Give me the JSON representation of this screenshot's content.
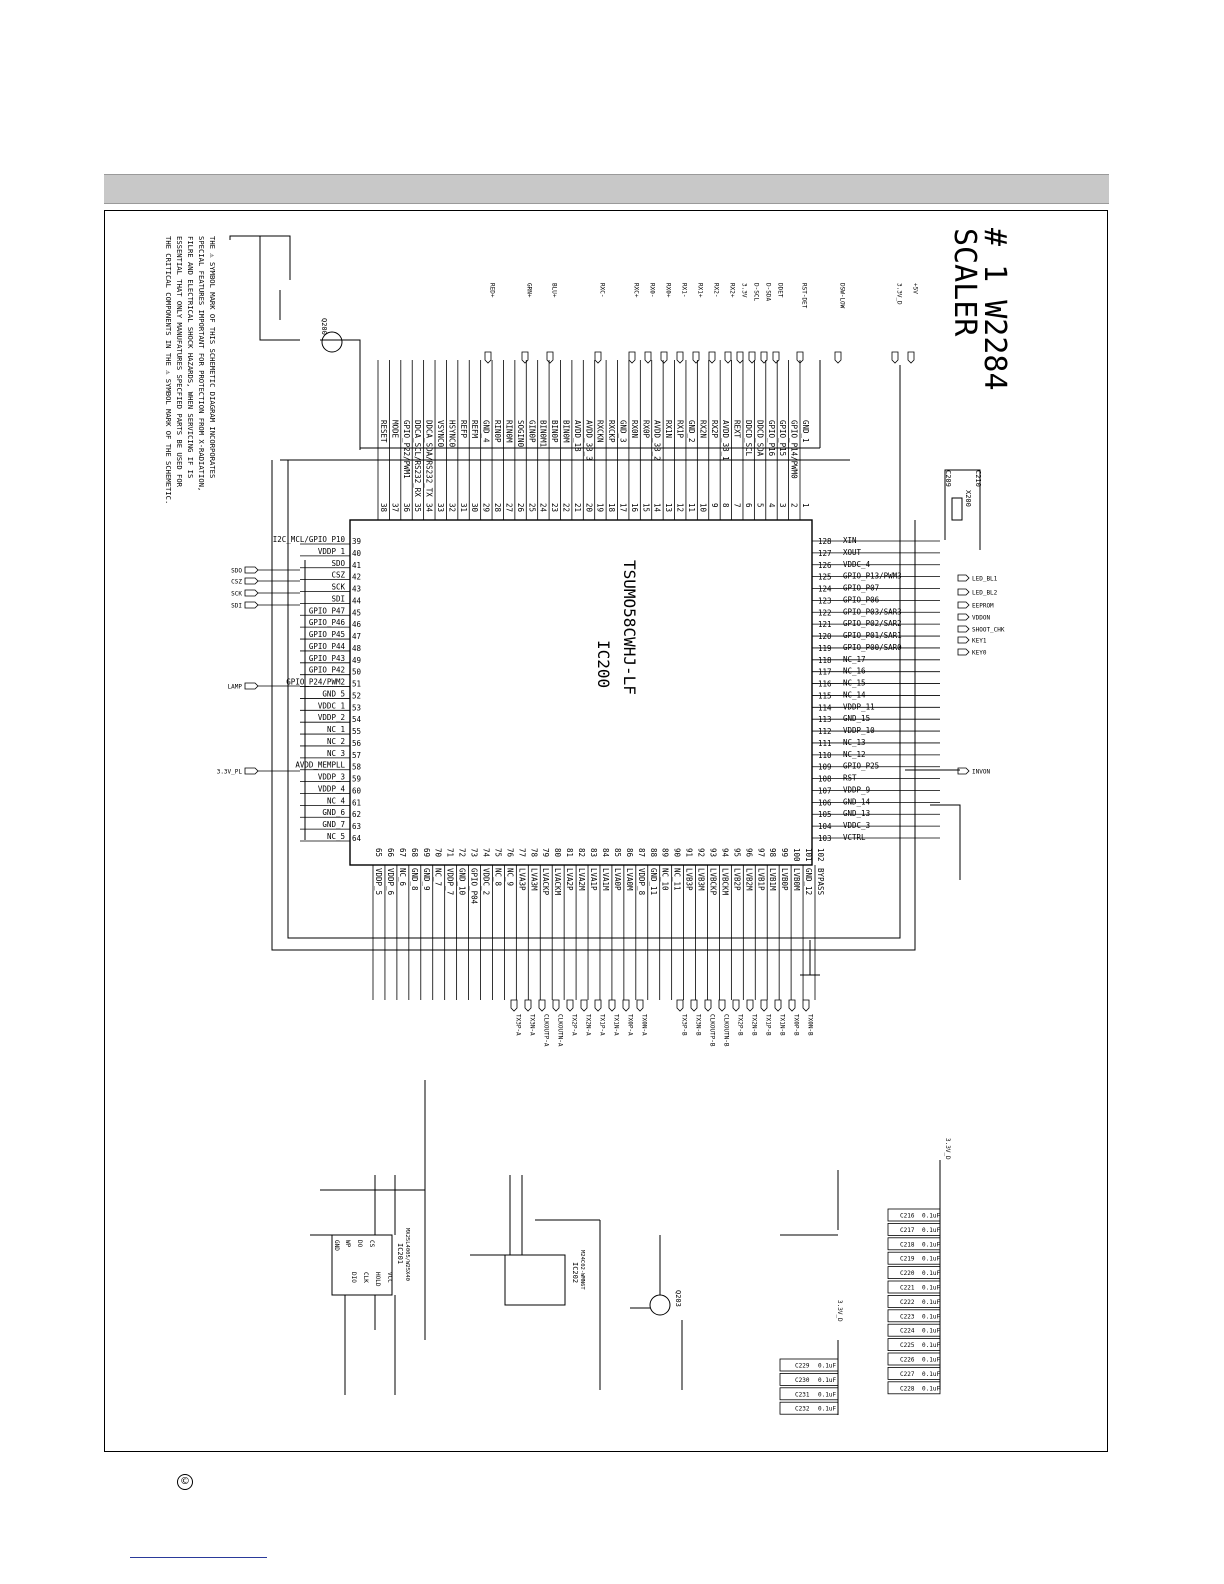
{
  "page": {
    "copyright_symbol": "©"
  },
  "title": {
    "line1": "# 1 W2284",
    "line2": "SCALER"
  },
  "ic_main": {
    "ref": "IC200",
    "part": "TSUMO58CWHJ-LF",
    "pins_top": [
      {
        "num": "1",
        "name": "GND_1"
      },
      {
        "num": "2",
        "name": "GPIO_P14/PWM0"
      },
      {
        "num": "3",
        "name": "GPIO_P15"
      },
      {
        "num": "4",
        "name": "GPIO_P16"
      },
      {
        "num": "5",
        "name": "DDCD_SDA"
      },
      {
        "num": "6",
        "name": "DDCD_SCL"
      },
      {
        "num": "7",
        "name": "REXT"
      },
      {
        "num": "8",
        "name": "AVDD_33_1"
      },
      {
        "num": "9",
        "name": "RX2P"
      },
      {
        "num": "10",
        "name": "RX2N"
      },
      {
        "num": "11",
        "name": "GND_2"
      },
      {
        "num": "12",
        "name": "RX1P"
      },
      {
        "num": "13",
        "name": "RX1N"
      },
      {
        "num": "14",
        "name": "AVDD_33_2"
      },
      {
        "num": "15",
        "name": "RX0P"
      },
      {
        "num": "16",
        "name": "RX0N"
      },
      {
        "num": "17",
        "name": "GND_3"
      },
      {
        "num": "18",
        "name": "RXCKP"
      },
      {
        "num": "19",
        "name": "RXCKN"
      },
      {
        "num": "20",
        "name": "AVDD_33_3"
      },
      {
        "num": "21",
        "name": "AVDD_18"
      },
      {
        "num": "22",
        "name": "BIN0M"
      },
      {
        "num": "23",
        "name": "BIN0P"
      },
      {
        "num": "24",
        "name": "BIN0M1"
      },
      {
        "num": "25",
        "name": "GIN0P"
      },
      {
        "num": "26",
        "name": "SOGIN0"
      },
      {
        "num": "27",
        "name": "RIN0M"
      },
      {
        "num": "28",
        "name": "RIN0P"
      },
      {
        "num": "29",
        "name": "GND_4"
      },
      {
        "num": "30",
        "name": "REFM"
      },
      {
        "num": "31",
        "name": "REFP"
      },
      {
        "num": "32",
        "name": "HSYNC0"
      },
      {
        "num": "33",
        "name": "VSYNC0"
      },
      {
        "num": "34",
        "name": "DDCA_SDA/RS232_TX"
      },
      {
        "num": "35",
        "name": "DDCA_SCL/RS232_RX"
      },
      {
        "num": "36",
        "name": "GPIO_P22/PWM1"
      },
      {
        "num": "37",
        "name": "MODE"
      },
      {
        "num": "38",
        "name": "RESET"
      }
    ],
    "pins_left": [
      {
        "num": "39",
        "name": "I2C_MCL/GPIO_P10"
      },
      {
        "num": "40",
        "name": "VDDP_1"
      },
      {
        "num": "41",
        "name": "SDO"
      },
      {
        "num": "42",
        "name": "CSZ"
      },
      {
        "num": "43",
        "name": "SCK"
      },
      {
        "num": "44",
        "name": "SDI"
      },
      {
        "num": "45",
        "name": "GPIO_P47"
      },
      {
        "num": "46",
        "name": "GPIO_P46"
      },
      {
        "num": "47",
        "name": "GPIO_P45"
      },
      {
        "num": "48",
        "name": "GPIO_P44"
      },
      {
        "num": "49",
        "name": "GPIO_P43"
      },
      {
        "num": "50",
        "name": "GPIO_P42"
      },
      {
        "num": "51",
        "name": "GPIO_P24/PWM2"
      },
      {
        "num": "52",
        "name": "GND_5"
      },
      {
        "num": "53",
        "name": "VDDC_1"
      },
      {
        "num": "54",
        "name": "VDDP_2"
      },
      {
        "num": "55",
        "name": "NC_1"
      },
      {
        "num": "56",
        "name": "NC_2"
      },
      {
        "num": "57",
        "name": "NC_3"
      },
      {
        "num": "58",
        "name": "AVDD_MEMPLL"
      },
      {
        "num": "59",
        "name": "VDDP_3"
      },
      {
        "num": "60",
        "name": "VDDP_4"
      },
      {
        "num": "61",
        "name": "NC_4"
      },
      {
        "num": "62",
        "name": "GND_6"
      },
      {
        "num": "63",
        "name": "GND_7"
      },
      {
        "num": "64",
        "name": "NC_5"
      }
    ],
    "pins_bottom": [
      {
        "num": "65",
        "name": "VDDP_5"
      },
      {
        "num": "66",
        "name": "VDDP_6"
      },
      {
        "num": "67",
        "name": "NC_6"
      },
      {
        "num": "68",
        "name": "GND_8"
      },
      {
        "num": "69",
        "name": "GND_9"
      },
      {
        "num": "70",
        "name": "NC_7"
      },
      {
        "num": "71",
        "name": "VDDP_7"
      },
      {
        "num": "72",
        "name": "GND_10"
      },
      {
        "num": "73",
        "name": "GPIO_P04"
      },
      {
        "num": "74",
        "name": "VDDC_2"
      },
      {
        "num": "75",
        "name": "NC_8"
      },
      {
        "num": "76",
        "name": "NC_9"
      },
      {
        "num": "77",
        "name": "LVA3P"
      },
      {
        "num": "78",
        "name": "LVA3M"
      },
      {
        "num": "79",
        "name": "LVACKP"
      },
      {
        "num": "80",
        "name": "LVACKM"
      },
      {
        "num": "81",
        "name": "LVA2P"
      },
      {
        "num": "82",
        "name": "LVA2M"
      },
      {
        "num": "83",
        "name": "LVA1P"
      },
      {
        "num": "84",
        "name": "LVA1M"
      },
      {
        "num": "85",
        "name": "LVA0P"
      },
      {
        "num": "86",
        "name": "LVA0M"
      },
      {
        "num": "87",
        "name": "VDDP_8"
      },
      {
        "num": "88",
        "name": "GND_11"
      },
      {
        "num": "89",
        "name": "NC_10"
      },
      {
        "num": "90",
        "name": "NC_11"
      },
      {
        "num": "91",
        "name": "LVB3P"
      },
      {
        "num": "92",
        "name": "LVB3M"
      },
      {
        "num": "93",
        "name": "LVBCKP"
      },
      {
        "num": "94",
        "name": "LVBCKM"
      },
      {
        "num": "95",
        "name": "LVB2P"
      },
      {
        "num": "96",
        "name": "LVB2M"
      },
      {
        "num": "97",
        "name": "LVB1P"
      },
      {
        "num": "98",
        "name": "LVB1M"
      },
      {
        "num": "99",
        "name": "LVB0P"
      },
      {
        "num": "100",
        "name": "LVB0M"
      },
      {
        "num": "101",
        "name": "GND_12"
      },
      {
        "num": "102",
        "name": "BYPASS"
      }
    ],
    "pins_right": [
      {
        "num": "128",
        "name": "XIN"
      },
      {
        "num": "127",
        "name": "XOUT"
      },
      {
        "num": "126",
        "name": "VDDC_4"
      },
      {
        "num": "125",
        "name": "GPIO_P13/PWM3"
      },
      {
        "num": "124",
        "name": "GPIO_P07"
      },
      {
        "num": "123",
        "name": "GPIO_P06"
      },
      {
        "num": "122",
        "name": "GPIO_P03/SAR3"
      },
      {
        "num": "121",
        "name": "GPIO_P02/SAR2"
      },
      {
        "num": "120",
        "name": "GPIO_P01/SAR1"
      },
      {
        "num": "119",
        "name": "GPIO_P00/SAR0"
      },
      {
        "num": "118",
        "name": "NC_17"
      },
      {
        "num": "117",
        "name": "NC_16"
      },
      {
        "num": "116",
        "name": "NC_15"
      },
      {
        "num": "115",
        "name": "NC_14"
      },
      {
        "num": "114",
        "name": "VDDP_11"
      },
      {
        "num": "113",
        "name": "GND_15"
      },
      {
        "num": "112",
        "name": "VDDP_10"
      },
      {
        "num": "111",
        "name": "NC_13"
      },
      {
        "num": "110",
        "name": "NC_12"
      },
      {
        "num": "109",
        "name": "GPIO_P25"
      },
      {
        "num": "108",
        "name": "RST"
      },
      {
        "num": "107",
        "name": "VDDP_9"
      },
      {
        "num": "106",
        "name": "GND_14"
      },
      {
        "num": "105",
        "name": "GND_13"
      },
      {
        "num": "104",
        "name": "VDDC_3"
      },
      {
        "num": "103",
        "name": "VCTRL"
      }
    ]
  },
  "signals_left": [
    "SDO",
    "CSZ",
    "SCK",
    "SDI",
    "LAMP",
    "3.3V_PL"
  ],
  "signals_right": [
    "LED_BL1",
    "LED_BL2",
    "EEPROM",
    "VDDON",
    "SHOOT_CHK",
    "KEY1",
    "KEY0",
    "INVON"
  ],
  "signals_bottom": [
    "TX3P-A",
    "TX3N-A",
    "CLKOUTP-A",
    "CLKOUTN-A",
    "TX2P-A",
    "TX2N-A",
    "TX1P-A",
    "TX1N-A",
    "TX0P-A",
    "TX0N-A",
    "TX3P-B",
    "TX3N-B",
    "CLKOUTP-B",
    "CLKOUTN-B",
    "TX2P-B",
    "TX2N-B",
    "TX1P-B",
    "TX1N-B",
    "TX0P-B",
    "TX0N-B"
  ],
  "signals_top": [
    "RED+",
    "GRN+",
    "BLU+",
    "RXC-",
    "RXC+",
    "RX0-",
    "RX0+",
    "RX1-",
    "RX1+",
    "RX2-",
    "RX2+",
    "3.3V",
    "D-SCL",
    "D-SDA",
    "DDET",
    "RST-DET",
    "DSW-LOW",
    "3.3V_D",
    "+5V"
  ],
  "parts": {
    "crystal": "X200",
    "c_xtal1": "C209",
    "c_xtal2": "C210",
    "ic_flash": "IC201",
    "ic_flash_part": "MX25L4005/W25X40",
    "ic_eeprom": "IC202",
    "ic_eeprom_part": "M24C02-WMN6T",
    "q_lamp": "Q203",
    "q_reset": "Q200",
    "flash_pins": [
      "CS",
      "DO",
      "WP",
      "GND",
      "VCC",
      "HOLD",
      "CLK",
      "DIO"
    ]
  },
  "decoupling": {
    "caps_a": [
      "C216",
      "C217",
      "C218",
      "C219",
      "C220",
      "C221",
      "C222",
      "C223",
      "C224",
      "C225",
      "C226",
      "C227",
      "C228"
    ],
    "caps_b": [
      "C229",
      "C230",
      "C231",
      "C232"
    ],
    "cap_value": "0.1uF",
    "rail_a": "3.3V_D",
    "rail_b": "3.3V_D"
  },
  "safety_note": [
    "THE ⚠ SYMBOL MARK OF THIS SCHEMETIC DIAGRAM INCORPORATES",
    "SPECIAL FEATURES IMPORTANT FOR PROTECTION FROM X-RADIATION,",
    "FILRE AND ELECTRICAL SHOCK HAZARDS, WHEN SERVICING IF IS",
    "ESSENTIAL THAT ONLY MANUFATURES SPECFIED PARTS BE USED FOR",
    "THE CRITICAL COMPONENTS IN THE ⚠ SYMBOL MARK OF THE SCHEMETIC."
  ]
}
